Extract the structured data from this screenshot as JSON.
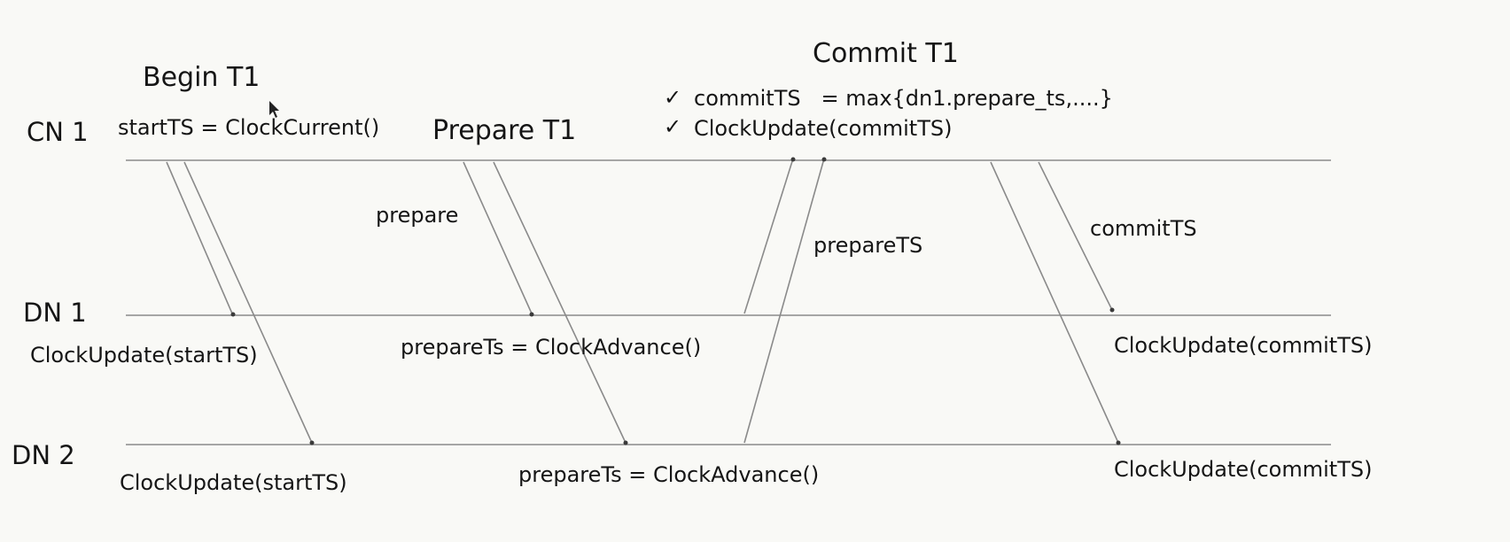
{
  "nodes": {
    "cn1": "CN 1",
    "dn1": "DN 1",
    "dn2": "DN 2"
  },
  "phases": {
    "begin": "Begin T1",
    "prepare": "Prepare T1",
    "commit": "Commit T1"
  },
  "cn1_texts": {
    "start_ts": "startTS = ClockCurrent()",
    "commit_rule_1": "commitTS   = max{dn1.prepare_ts,....}",
    "commit_rule_2": "ClockUpdate(commitTS)",
    "check_mark": "✓"
  },
  "messages": {
    "prepare": "prepare",
    "prepare_ts": "prepareTS",
    "commit_ts": "commitTS"
  },
  "dn1_texts": {
    "begin": "ClockUpdate(startTS)",
    "prepare": "prepareTs = ClockAdvance()",
    "commit": "ClockUpdate(commitTS)"
  },
  "dn2_texts": {
    "begin": "ClockUpdate(startTS)",
    "prepare": "prepareTs = ClockAdvance()",
    "commit": "ClockUpdate(commitTS)"
  },
  "colors": {
    "line": "#8a8a8a",
    "text": "#151515",
    "background": "#f9f9f6"
  }
}
